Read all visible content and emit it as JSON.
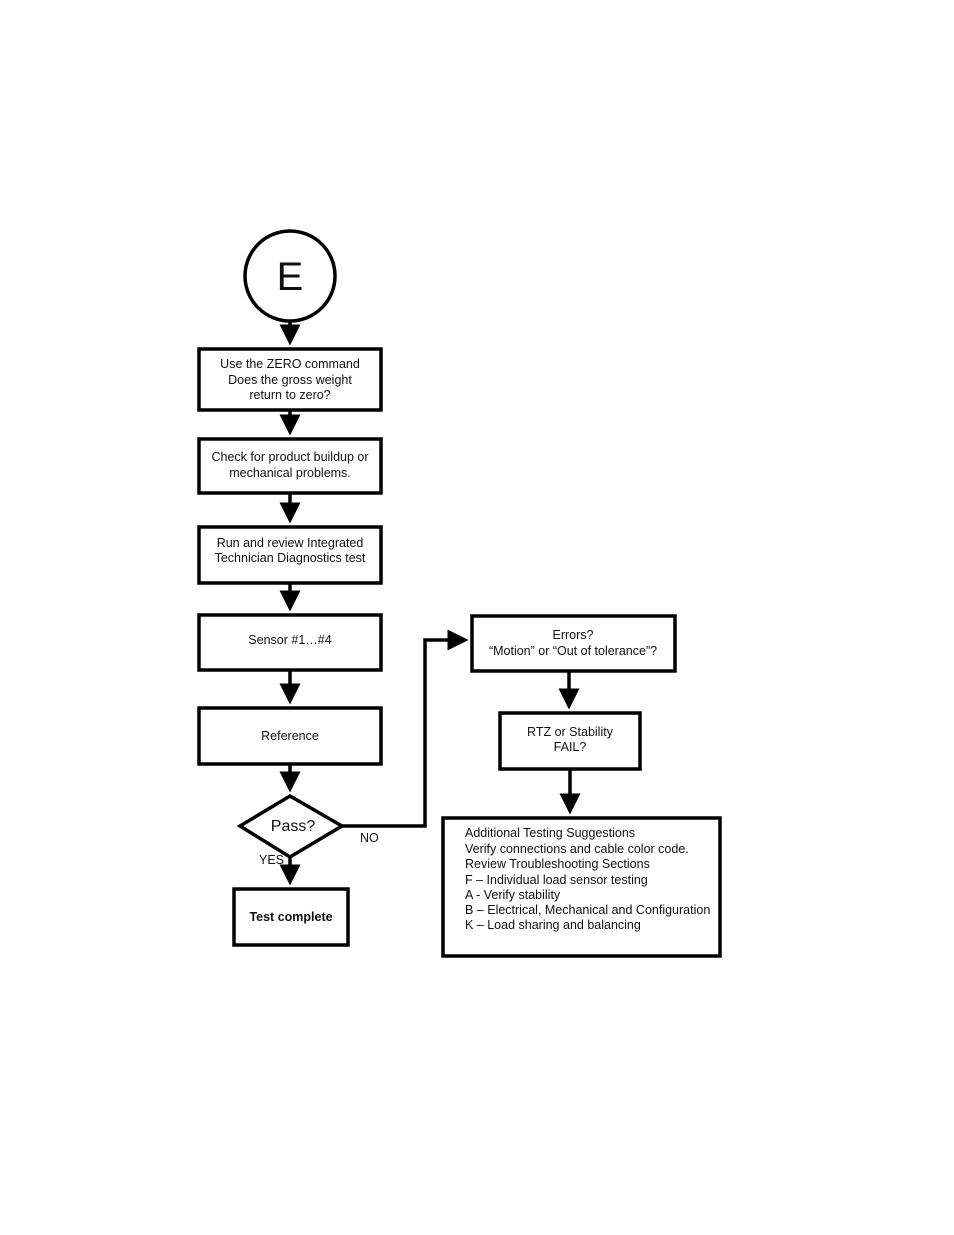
{
  "nodes": {
    "start": {
      "label": "E"
    },
    "zero": {
      "lines": [
        "Use the ZERO command",
        "Does the gross weight",
        "return to zero?"
      ]
    },
    "check": {
      "lines": [
        "Check for product buildup or",
        "mechanical problems."
      ]
    },
    "itd": {
      "lines": [
        "Run and review Integrated",
        "Technician Diagnostics test"
      ]
    },
    "sensor": {
      "lines": [
        "Sensor #1…#4"
      ]
    },
    "reference": {
      "lines": [
        "Reference"
      ]
    },
    "pass": {
      "label": "Pass?"
    },
    "complete": {
      "lines": [
        "Test complete"
      ]
    },
    "errors": {
      "lines": [
        "Errors?",
        "“Motion” or “Out of tolerance”?"
      ]
    },
    "rtz": {
      "lines": [
        "RTZ or Stability",
        "FAIL?"
      ]
    },
    "suggestions": {
      "lines": [
        "Additional Testing Suggestions",
        "Verify connections and cable color code.",
        "Review Troubleshooting Sections",
        "F – Individual load sensor testing",
        "A - Verify stability",
        "B – Electrical, Mechanical and Configuration",
        "K – Load sharing and balancing"
      ]
    }
  },
  "edge_labels": {
    "no": "NO",
    "yes": "YES"
  }
}
